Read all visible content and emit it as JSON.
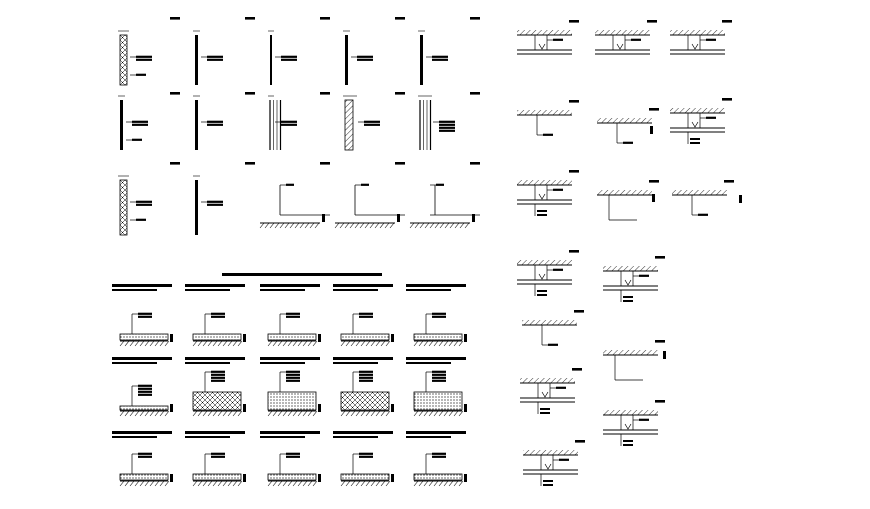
{
  "sheet": {
    "background": "#ffffff",
    "line_color": "#000000",
    "groups": [
      "wall-details-grid",
      "floor-finish-details-grid",
      "ceiling-details-column-1",
      "ceiling-details-column-2"
    ]
  }
}
